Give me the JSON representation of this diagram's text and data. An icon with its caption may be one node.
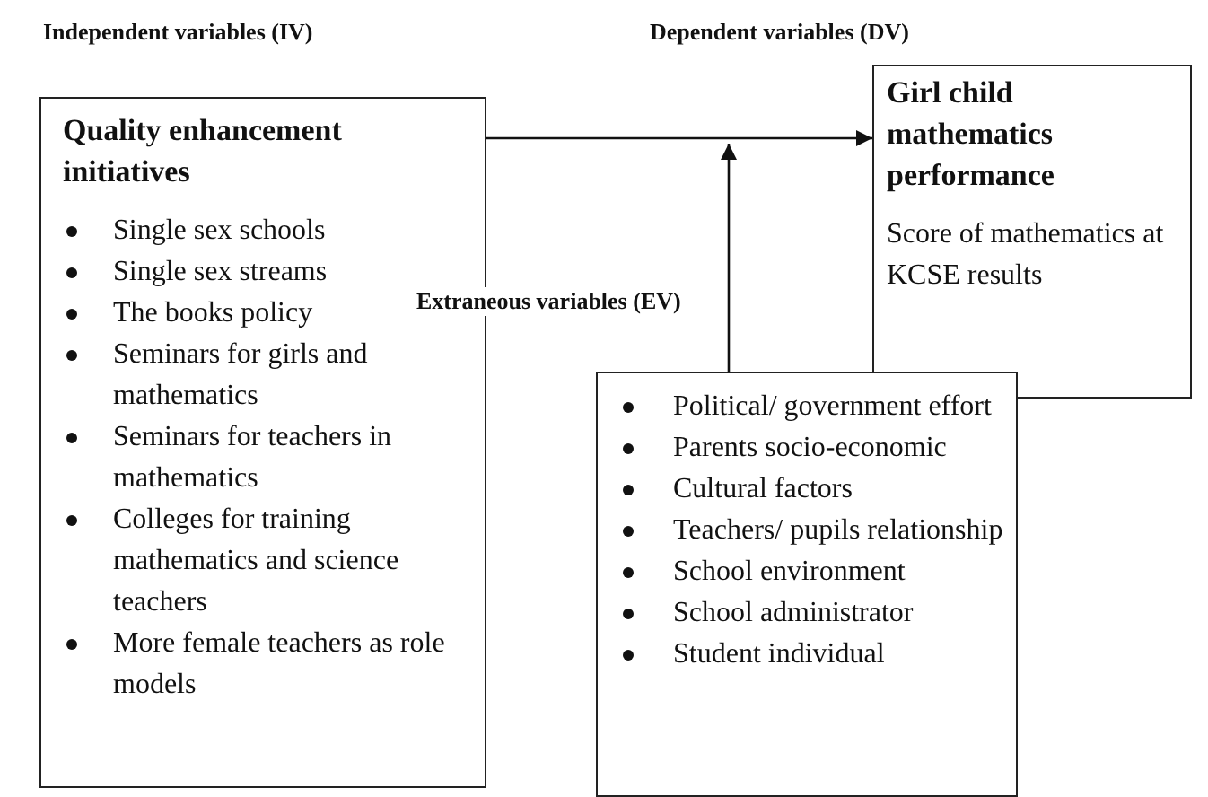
{
  "diagram": {
    "nodes": [
      {
        "text": [
          "Quality enhancement initiatives",
          "Single sex schools",
          "Single sex streams",
          "The books policy",
          "Seminars for girls and mathematics",
          "Seminars for teachers in mathematics",
          "Colleges for training mathematics and science teachers",
          "More female teachers as role models"
        ]
      },
      {
        "text": [
          "Girl child mathematics performance",
          "Score of mathematics at KCSE results"
        ]
      },
      {
        "text": [
          "Political/ government effort",
          "Parents socio-economic",
          "Cultural factors",
          "Teachers/ pupils relationship",
          "School environment",
          "School administrator",
          "Student individual"
        ]
      }
    ],
    "edges": [
      {
        "from": 0,
        "to": 1,
        "arrow": "to"
      },
      {
        "from": 2,
        "to": null,
        "arrow": "to"
      }
    ],
    "labels": [
      "Independent variables (IV)",
      "Dependent variables (DV)",
      "Extraneous variables (EV)"
    ]
  }
}
